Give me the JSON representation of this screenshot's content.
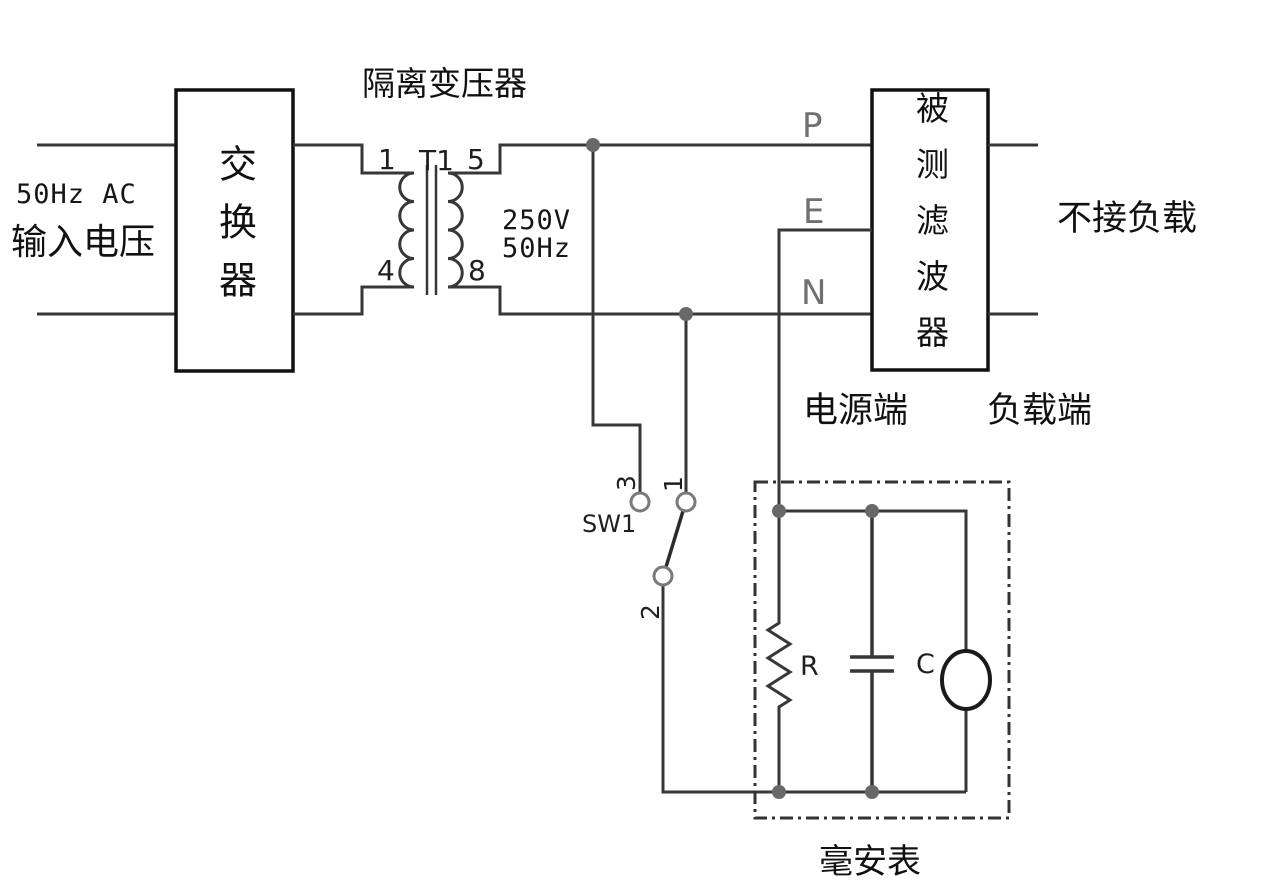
{
  "diagram": {
    "input": {
      "line1": "50Hz AC",
      "line2": "输入电压"
    },
    "converter": {
      "label": "交换器"
    },
    "transformer": {
      "title": "隔离变压器",
      "designator": "T1",
      "pin_top_left": "1",
      "pin_bottom_left": "4",
      "pin_top_right": "5",
      "pin_bottom_right": "8",
      "secondary_voltage": "250V",
      "secondary_frequency": "50Hz"
    },
    "filter": {
      "label": "被测滤波器",
      "terminal_p": "P",
      "terminal_e": "E",
      "terminal_n": "N",
      "note_no_load": "不接负载",
      "label_source_side": "电源端",
      "label_load_side": "负载端"
    },
    "switch": {
      "designator": "SW1",
      "pole_3": "3",
      "pole_1": "1",
      "pole_2": "2"
    },
    "meter_network": {
      "resistor": "R",
      "capacitor": "C",
      "label": "毫安表"
    }
  },
  "colors": {
    "background": "#ffffff",
    "wire": "#373737",
    "box_border": "#111111",
    "terminal_letter": "#707070",
    "junction_dot": "#686868",
    "switch_circle": "#7a7a7a"
  }
}
